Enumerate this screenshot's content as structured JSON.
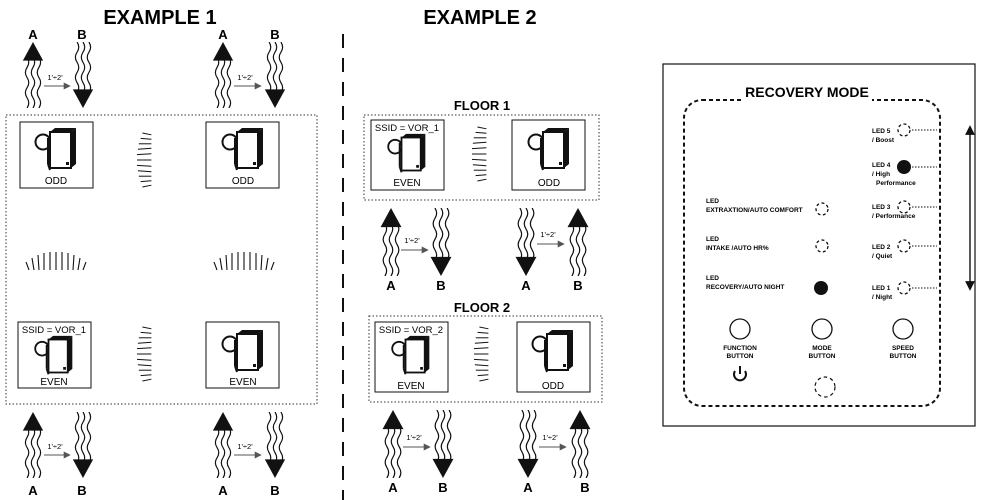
{
  "example1": {
    "title": "EXAMPLE 1",
    "air_a": "A",
    "air_b": "B",
    "interval": "1'÷2'",
    "units": {
      "top_left": "ODD",
      "top_right": "ODD",
      "bottom_left": "EVEN",
      "bottom_right": "EVEN"
    },
    "ssid": "SSID = VOR_1"
  },
  "example2": {
    "title": "EXAMPLE 2",
    "air_a": "A",
    "air_b": "B",
    "interval": "1'÷2'",
    "floor1": {
      "title": "FLOOR 1",
      "ssid": "SSID = VOR_1",
      "left_unit": "EVEN",
      "right_unit": "ODD"
    },
    "floor2": {
      "title": "FLOOR 2",
      "ssid": "SSID = VOR_2",
      "left_unit": "EVEN",
      "right_unit": "ODD"
    }
  },
  "panel": {
    "title": "RECOVERY MODE",
    "leds": [
      {
        "line1": "LED 5",
        "line2": "/ Boost",
        "line3": "",
        "on": false
      },
      {
        "line1": "LED 4",
        "line2": "/ High",
        "line3": "Performance",
        "on": true
      },
      {
        "line1": "LED 3",
        "line2": "/ Performance",
        "line3": "",
        "on": false
      },
      {
        "line1": "LED 2",
        "line2": "/ Quiet",
        "line3": "",
        "on": false
      },
      {
        "line1": "LED 1",
        "line2": "/ Night",
        "line3": "",
        "on": false
      }
    ],
    "mode_leds": [
      {
        "line1": "LED",
        "line2": "EXTRAXTION/AUTO COMFORT",
        "on": false
      },
      {
        "line1": "LED",
        "line2": "INTAKE /AUTO HR%",
        "on": false
      },
      {
        "line1": "LED",
        "line2": "RECOVERY/AUTO NIGHT",
        "on": true
      }
    ],
    "buttons": [
      {
        "line1": "FUNCTION",
        "line2": "BUTTON"
      },
      {
        "line1": "MODE",
        "line2": "BUTTON"
      },
      {
        "line1": "SPEED",
        "line2": "BUTTON"
      }
    ],
    "power_icon": "power-icon"
  }
}
